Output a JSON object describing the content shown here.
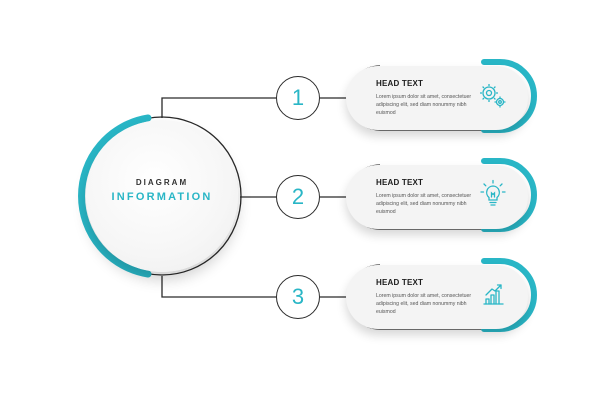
{
  "diagram": {
    "center": {
      "line1": "DIAGRAM",
      "line2": "INFORMATION"
    },
    "accent_color": "#29b6c6",
    "line_color": "#2a2a2a",
    "items": [
      {
        "number": "1",
        "title": "HEAD TEXT",
        "body": "Lorem ipsum dolor sit amet, consectetuer adipiscing elit, sed diam nonummy nibh euismod",
        "icon": "gears-icon"
      },
      {
        "number": "2",
        "title": "HEAD TEXT",
        "body": "Lorem ipsum dolor sit amet, consectetuer adipiscing elit, sed diam nonummy nibh euismod",
        "icon": "lightbulb-icon"
      },
      {
        "number": "3",
        "title": "HEAD TEXT",
        "body": "Lorem ipsum dolor sit amet, consectetuer adipiscing elit, sed diam nonummy nibh euismod",
        "icon": "growth-chart-icon"
      }
    ]
  }
}
